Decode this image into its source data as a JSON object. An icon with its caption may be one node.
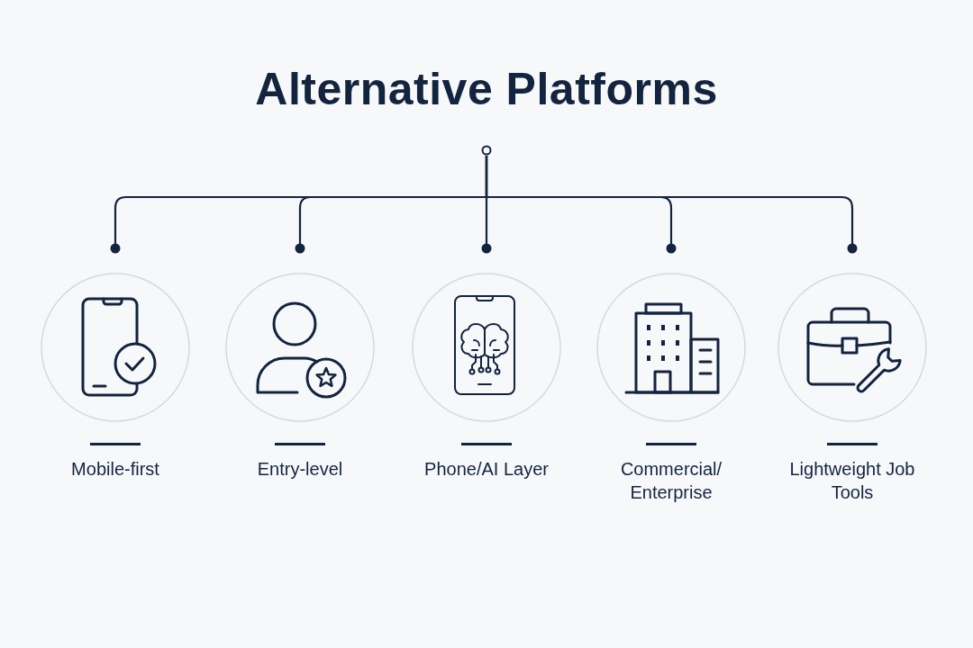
{
  "diagram": {
    "title": "Alternative Platforms",
    "nodes": [
      {
        "text": [],
        "shape": "circle"
      },
      {
        "text": [
          "Mobile-first"
        ]
      },
      {
        "text": [
          "Entry-level"
        ]
      },
      {
        "text": [
          "Phone/AI Layer"
        ]
      },
      {
        "text": [
          "Commercial/ Enterprise"
        ]
      },
      {
        "text": [
          "Lightweight Job Tools"
        ]
      }
    ],
    "edges": [
      {
        "from": 0,
        "to": 1,
        "arrow": "other"
      },
      {
        "from": 0,
        "to": 2,
        "arrow": "other"
      },
      {
        "from": 0,
        "to": 3,
        "arrow": "other"
      },
      {
        "from": 0,
        "to": 4,
        "arrow": "other"
      },
      {
        "from": 0,
        "to": 5,
        "arrow": "other"
      }
    ]
  }
}
